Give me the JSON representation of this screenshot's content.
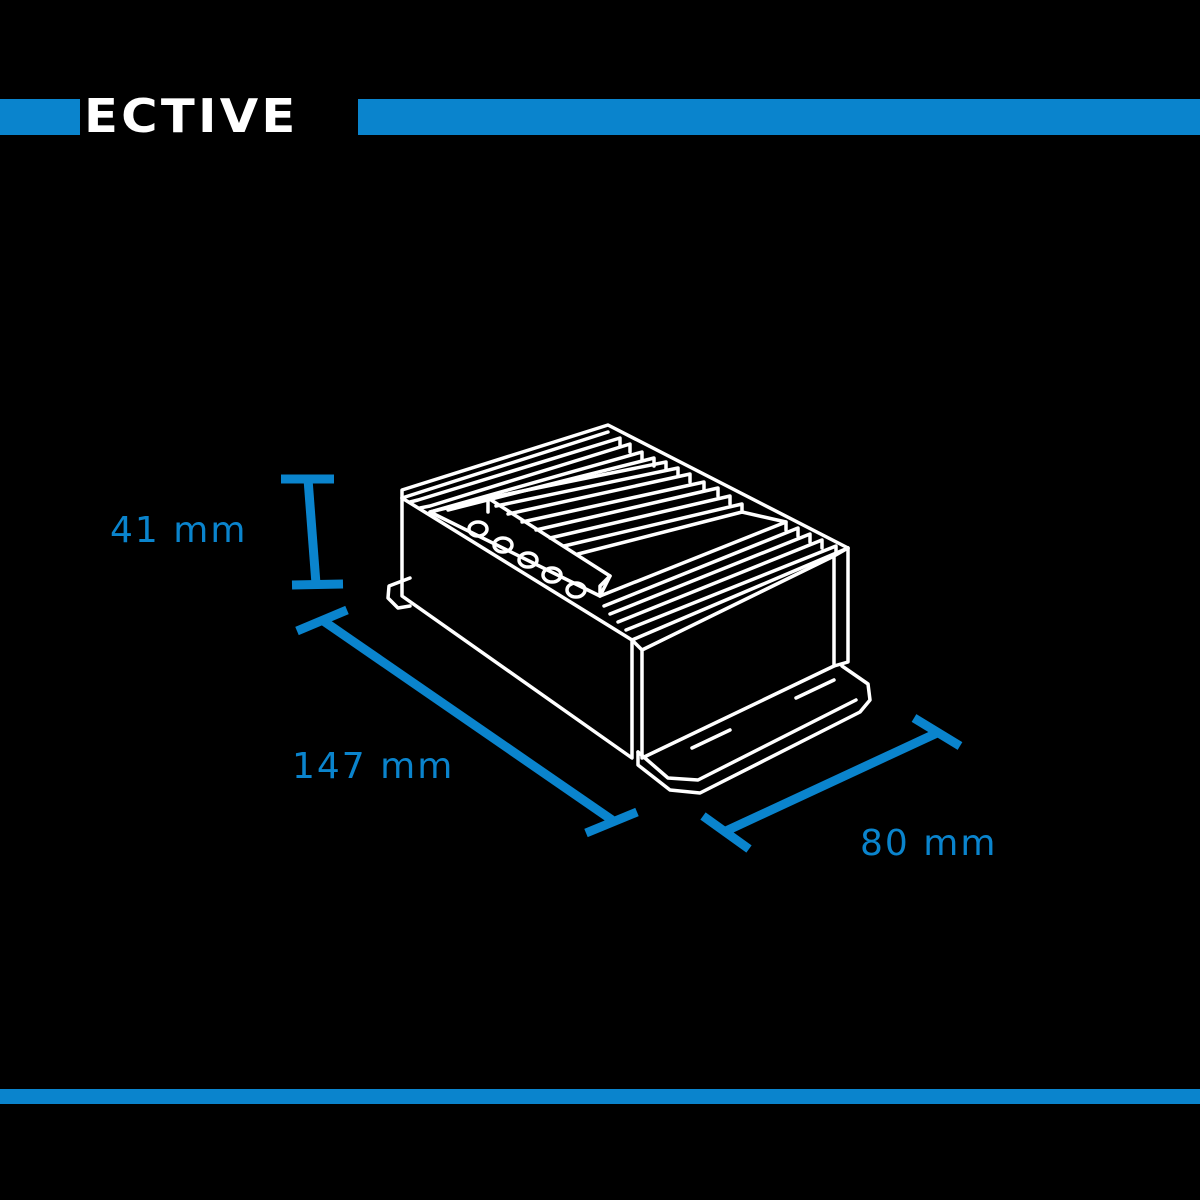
{
  "brand": {
    "logo_text": "ECTIVE",
    "accent_color": "#0a84cd"
  },
  "dimensions": {
    "height_label": "41 mm",
    "length_label": "147 mm",
    "width_label": "80 mm"
  },
  "drawing": {
    "icon": "converter-box-icon",
    "line_color": "#ffffff",
    "terminal_count": 5
  }
}
